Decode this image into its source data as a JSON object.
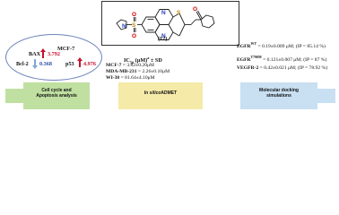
{
  "structure": {
    "compound_label": "(12)",
    "atom_labels": {
      "s1": "S",
      "s2": "S",
      "o1": "O",
      "o2": "O",
      "n1": "N",
      "n2": "N",
      "n3": "N",
      "o3": "O"
    }
  },
  "mcf7_panel": {
    "cell_line": "MCF-7",
    "bax": {
      "label": "BAX",
      "value": "3.792"
    },
    "bcl2": {
      "label": "Bcl-2",
      "value": "0.368"
    },
    "p53": {
      "label": "p53",
      "value": "4.976"
    }
  },
  "ic50": {
    "header": "IC",
    "header_sub": "50",
    "header_rest": " (μM)",
    "header_sup": "a",
    "header_end": " ± SD",
    "rows": [
      {
        "line": "MCF-7",
        "value": " = 3.82±0.20μM"
      },
      {
        "line": "MDA-MB-231",
        "value": " = 2.26±0.10μM"
      },
      {
        "line": "WI-38",
        "value": " = 81.64±4.10μM"
      }
    ]
  },
  "enzymes": {
    "egfr_wt": {
      "name": "EGFR",
      "sup": "WT",
      "value": " = 0.19±0.009 μM; (IP = 85.14 %)"
    },
    "egfr_t790m": {
      "name": "EGFR",
      "sup": "T790M",
      "value": " = 0.121±0.007 μM; (IP = 87 %)"
    },
    "vegfr2": {
      "name": "VEGFR-2",
      "value": " = 0.42±0.021 μM; (IP = 78.92 %)"
    }
  },
  "arrows": {
    "left": {
      "line1": "Cell cycle and",
      "line2": "Apoptosis analysis"
    },
    "middle": {
      "line1": "In silico",
      "line2": "ADMET"
    },
    "right": {
      "line1": "Molecular docking",
      "line2": "simulations"
    }
  },
  "colors": {
    "up": "#c8102e",
    "down": "#7fa7d6",
    "ellipse": "#6b84b8",
    "arrow_green": "#bfe0a0",
    "arrow_yellow": "#f5eaa8",
    "arrow_blue": "#c9dff2"
  }
}
